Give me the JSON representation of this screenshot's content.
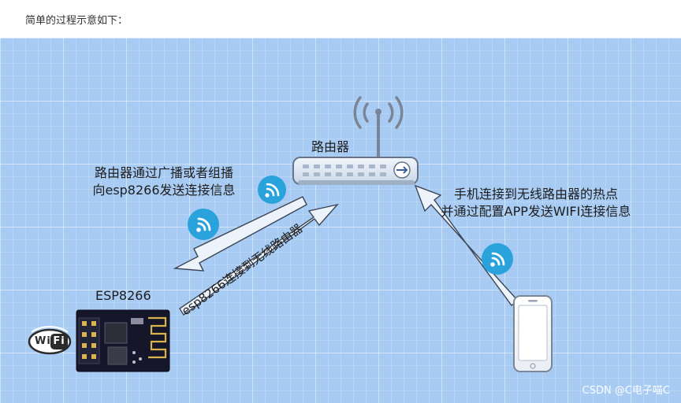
{
  "intro_text": "简单的过程示意如下：",
  "diagram": {
    "router_label": "路由器",
    "broadcast_line1": "路由器通过广播或者组播",
    "broadcast_line2": "向esp8266发送连接信息",
    "phone_line1": "手机连接到无线路由器的热点",
    "phone_line2": "并通过配置APP发送WIFI连接信息",
    "connect_label": "esp8266连接到无线路由器",
    "esp_label": "ESP8266",
    "wifi_logo_text": "Wi Fi",
    "watermark": "CSDN @C电子喵C"
  },
  "colors": {
    "background": "#a7cbf3",
    "wifi_badge": "#2aa3dc",
    "router_body": "#dfe8f5",
    "board": "#16162a",
    "antenna_trace": "#d8b24a"
  }
}
